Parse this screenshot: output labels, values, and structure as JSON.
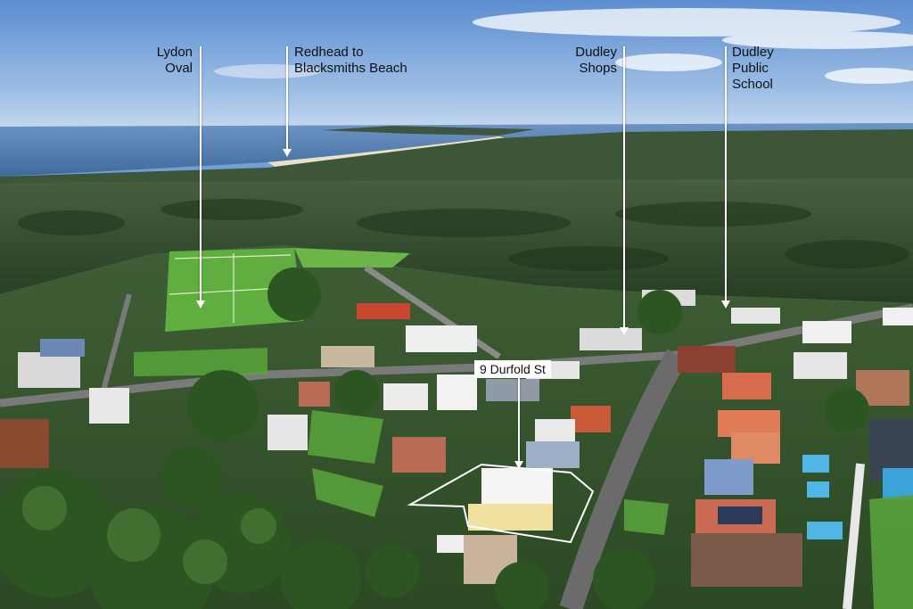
{
  "annotations": {
    "lydon": "Lydon\nOval",
    "redhead": "Redhead to\nBlacksmiths Beach",
    "dudley_shops": "Dudley\nShops",
    "dudley_school": "Dudley\nPublic\nSchool",
    "property": "9 Durfold St"
  },
  "colors": {
    "sky_top": "#5f8fd0",
    "sky_bottom": "#b9d3ef",
    "ocean": "#4f7fb5",
    "forest": "#2f4a2a",
    "field": "#5fb040",
    "road": "#6b6b6b"
  }
}
